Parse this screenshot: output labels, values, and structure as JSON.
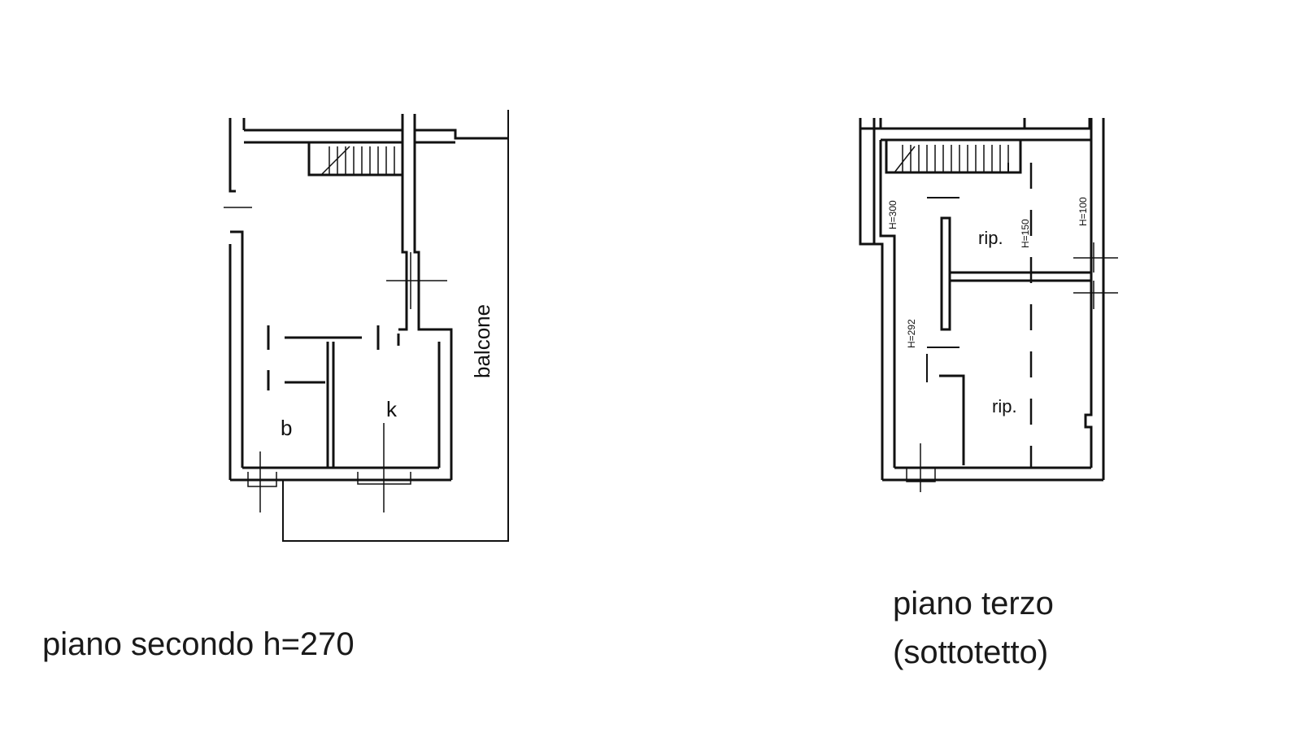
{
  "plans": [
    {
      "caption": "piano secondo h=270",
      "rooms": {
        "bath": "b",
        "kitchen": "k",
        "balcony": "balcone"
      }
    },
    {
      "caption_line1": "piano terzo",
      "caption_line2": "(sottotetto)",
      "rooms": {
        "storage_upper": "rip.",
        "storage_lower": "rip."
      },
      "heights": {
        "left_top": "H=300",
        "left_bottom": "H=292",
        "middle": "H=150",
        "right": "H=100"
      }
    }
  ]
}
